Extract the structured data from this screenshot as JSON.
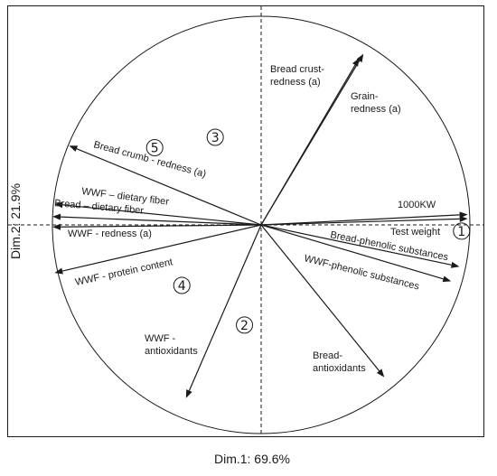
{
  "chart_data": {
    "type": "biplot",
    "xlabel": "Dim.1: 69.6%",
    "ylabel": "Dim.2: 21.9%",
    "xlim": [
      -1.0,
      1.0
    ],
    "ylim": [
      -1.0,
      1.0
    ],
    "grid": false,
    "correlation_circle": true,
    "variables": [
      {
        "name": "Bread crust-\nredness (a)",
        "x": 0.49,
        "y": 0.82
      },
      {
        "name": "Grain-\nredness (a)",
        "x": 0.47,
        "y": 0.8
      },
      {
        "name": "1000KW",
        "x": 0.99,
        "y": 0.05
      },
      {
        "name": "Test weight",
        "x": 0.99,
        "y": 0.03
      },
      {
        "name": "Bread-phenolic substances",
        "x": 0.95,
        "y": -0.2
      },
      {
        "name": "WWF-phenolic substances",
        "x": 0.91,
        "y": -0.27
      },
      {
        "name": "Bread-\nantioxidants",
        "x": 0.59,
        "y": -0.73
      },
      {
        "name": "WWF -\nantioxidants",
        "x": -0.36,
        "y": -0.83
      },
      {
        "name": "WWF - protein content",
        "x": -0.99,
        "y": -0.23
      },
      {
        "name": "WWF - redness (a)",
        "x": -1.0,
        "y": -0.01
      },
      {
        "name": "Bread – dietary fiber",
        "x": -1.0,
        "y": 0.04
      },
      {
        "name": "WWF – dietary fiber",
        "x": -0.99,
        "y": 0.1
      },
      {
        "name": "Bread crumb - redness (a)",
        "x": -0.92,
        "y": 0.38
      }
    ],
    "groups": [
      {
        "label": "1",
        "x": 0.96,
        "y": -0.03
      },
      {
        "label": "2",
        "x": -0.08,
        "y": -0.48
      },
      {
        "label": "3",
        "x": -0.22,
        "y": 0.42
      },
      {
        "label": "4",
        "x": -0.38,
        "y": -0.29
      },
      {
        "label": "5",
        "x": -0.51,
        "y": 0.37
      }
    ]
  },
  "colors": {
    "axis": "#1a1a1a",
    "arrow": "#1a1a1a",
    "background": "#ffffff"
  }
}
